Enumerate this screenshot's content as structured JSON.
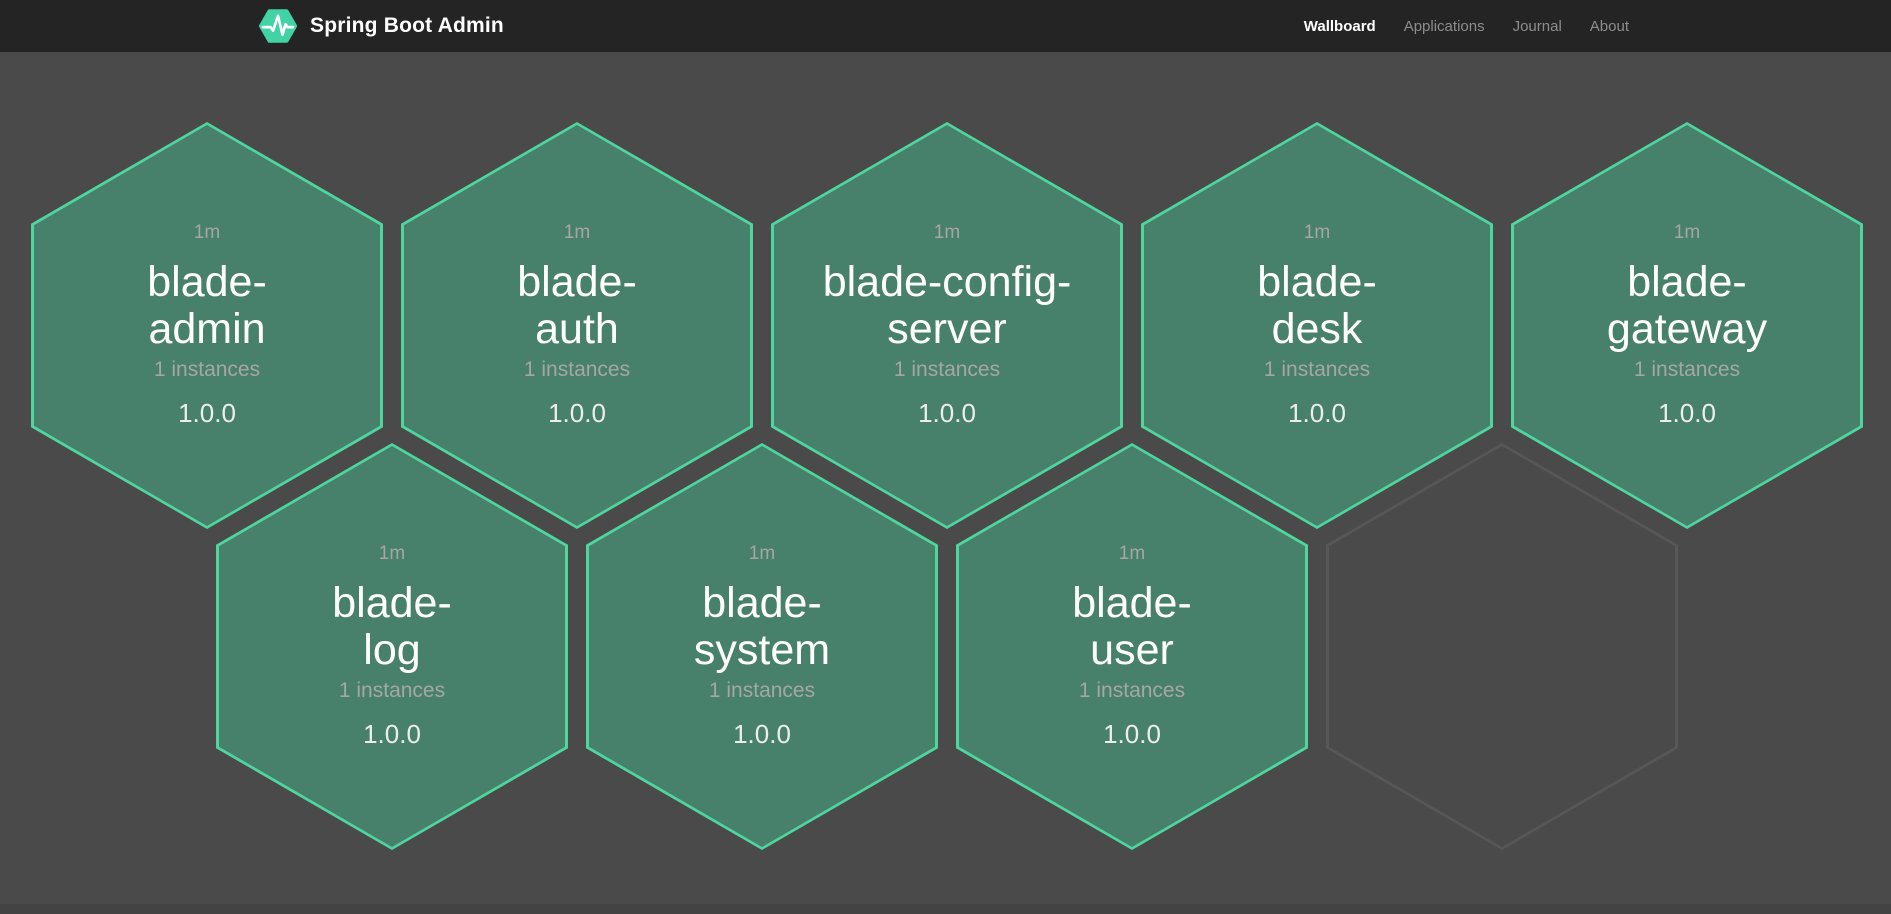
{
  "header": {
    "brand": {
      "title": "Spring Boot Admin",
      "logo_icon": "pulse-hexagon-icon"
    },
    "nav": [
      {
        "label": "Wallboard",
        "active": true
      },
      {
        "label": "Applications",
        "active": false
      },
      {
        "label": "Journal",
        "active": false
      },
      {
        "label": "About",
        "active": false
      }
    ]
  },
  "wallboard": {
    "applications": [
      {
        "name": "blade-admin",
        "uptime": "1m",
        "instances": "1 instances",
        "version": "1.0.0",
        "status": "up"
      },
      {
        "name": "blade-auth",
        "uptime": "1m",
        "instances": "1 instances",
        "version": "1.0.0",
        "status": "up"
      },
      {
        "name": "blade-config-server",
        "uptime": "1m",
        "instances": "1 instances",
        "version": "1.0.0",
        "status": "up"
      },
      {
        "name": "blade-desk",
        "uptime": "1m",
        "instances": "1 instances",
        "version": "1.0.0",
        "status": "up"
      },
      {
        "name": "blade-gateway",
        "uptime": "1m",
        "instances": "1 instances",
        "version": "1.0.0",
        "status": "up"
      },
      {
        "name": "blade-log",
        "uptime": "1m",
        "instances": "1 instances",
        "version": "1.0.0",
        "status": "up"
      },
      {
        "name": "blade-system",
        "uptime": "1m",
        "instances": "1 instances",
        "version": "1.0.0",
        "status": "up"
      },
      {
        "name": "blade-user",
        "uptime": "1m",
        "instances": "1 instances",
        "version": "1.0.0",
        "status": "up"
      }
    ],
    "empty_slots": 1
  },
  "colors": {
    "header_bg": "#242424",
    "board_bg": "#4a4a4a",
    "hexagon_fill": "#47816b",
    "hexagon_border": "#4fd5a0",
    "brand_green": "#42d3a5",
    "name_text": "#ffffff",
    "muted_text": "#a6a6a6",
    "version_text": "#ededed",
    "empty_hexagon_border": "#575757"
  }
}
